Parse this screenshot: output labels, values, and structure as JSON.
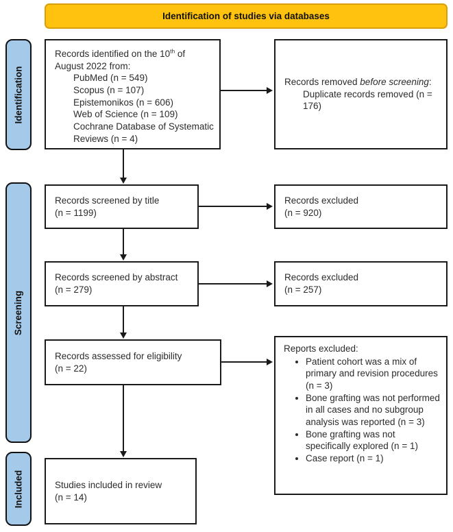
{
  "title_banner": {
    "label": "Identification of studies via databases"
  },
  "stages": [
    {
      "label": "Identification"
    },
    {
      "label": "Screening"
    },
    {
      "label": "Included"
    }
  ],
  "boxes": {
    "identified": {
      "line1_prefix": "Records identified on the 10",
      "line1_ordinal": "th",
      "line1_suffix": " of August 2022 from:",
      "sources": [
        "PubMed (n = 549)",
        "Scopus (n = 107)",
        "Epistemonikos (n = 606)",
        "Web of Science (n = 109)",
        "Cochrane Database of Systematic Reviews (n = 4)"
      ]
    },
    "removed_before_screening": {
      "line1_prefix": "Records removed ",
      "line1_italic": "before screening",
      "line1_suffix": ":",
      "detail": "Duplicate records removed (n = 176)"
    },
    "screened_title": {
      "label": "Records screened by title",
      "count": "(n = 1199)"
    },
    "excluded_title": {
      "label": "Records excluded",
      "count": "(n = 920)"
    },
    "screened_abstract": {
      "label": "Records screened by abstract",
      "count": "(n = 279)"
    },
    "excluded_abstract": {
      "label": "Records excluded",
      "count": "(n = 257)"
    },
    "eligibility": {
      "label": "Records assessed for eligibility",
      "count": "(n = 22)"
    },
    "reports_excluded": {
      "heading": "Reports excluded:",
      "reasons": [
        "Patient cohort was a mix of primary and revision procedures (n = 3)",
        "Bone grafting was not performed in all cases and no subgroup analysis was reported (n = 3)",
        "Bone grafting was not specifically explored (n = 1)",
        "Case report (n = 1)"
      ]
    },
    "included": {
      "label": "Studies included in review",
      "count": "(n = 14)"
    }
  },
  "colors": {
    "banner_fill": "#FFC20E",
    "banner_border": "#D99E0B",
    "stage_fill": "#A5C9E9",
    "line": "#1A1A1A"
  }
}
